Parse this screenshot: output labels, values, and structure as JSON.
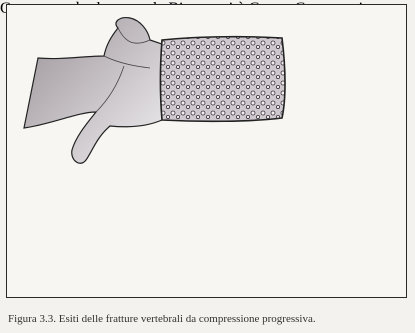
{
  "figure": {
    "labels": {
      "normal": "Corpo vertebrale normale",
      "biconcave": "Biconcavità",
      "wedge": "Cuneo",
      "compression": "Compressione"
    },
    "caption": "Figura 3.3.  Esiti delle fratture vertebrali da compressione progressiva."
  },
  "colors": {
    "ink": "#2a2a2a",
    "bone_fill": "#6b5a68",
    "normal_fill": "#c9c2c8",
    "wedge_fill": "#b7ad9e",
    "compression_fill": "#8c8a70",
    "background": "#f7f6f2"
  }
}
